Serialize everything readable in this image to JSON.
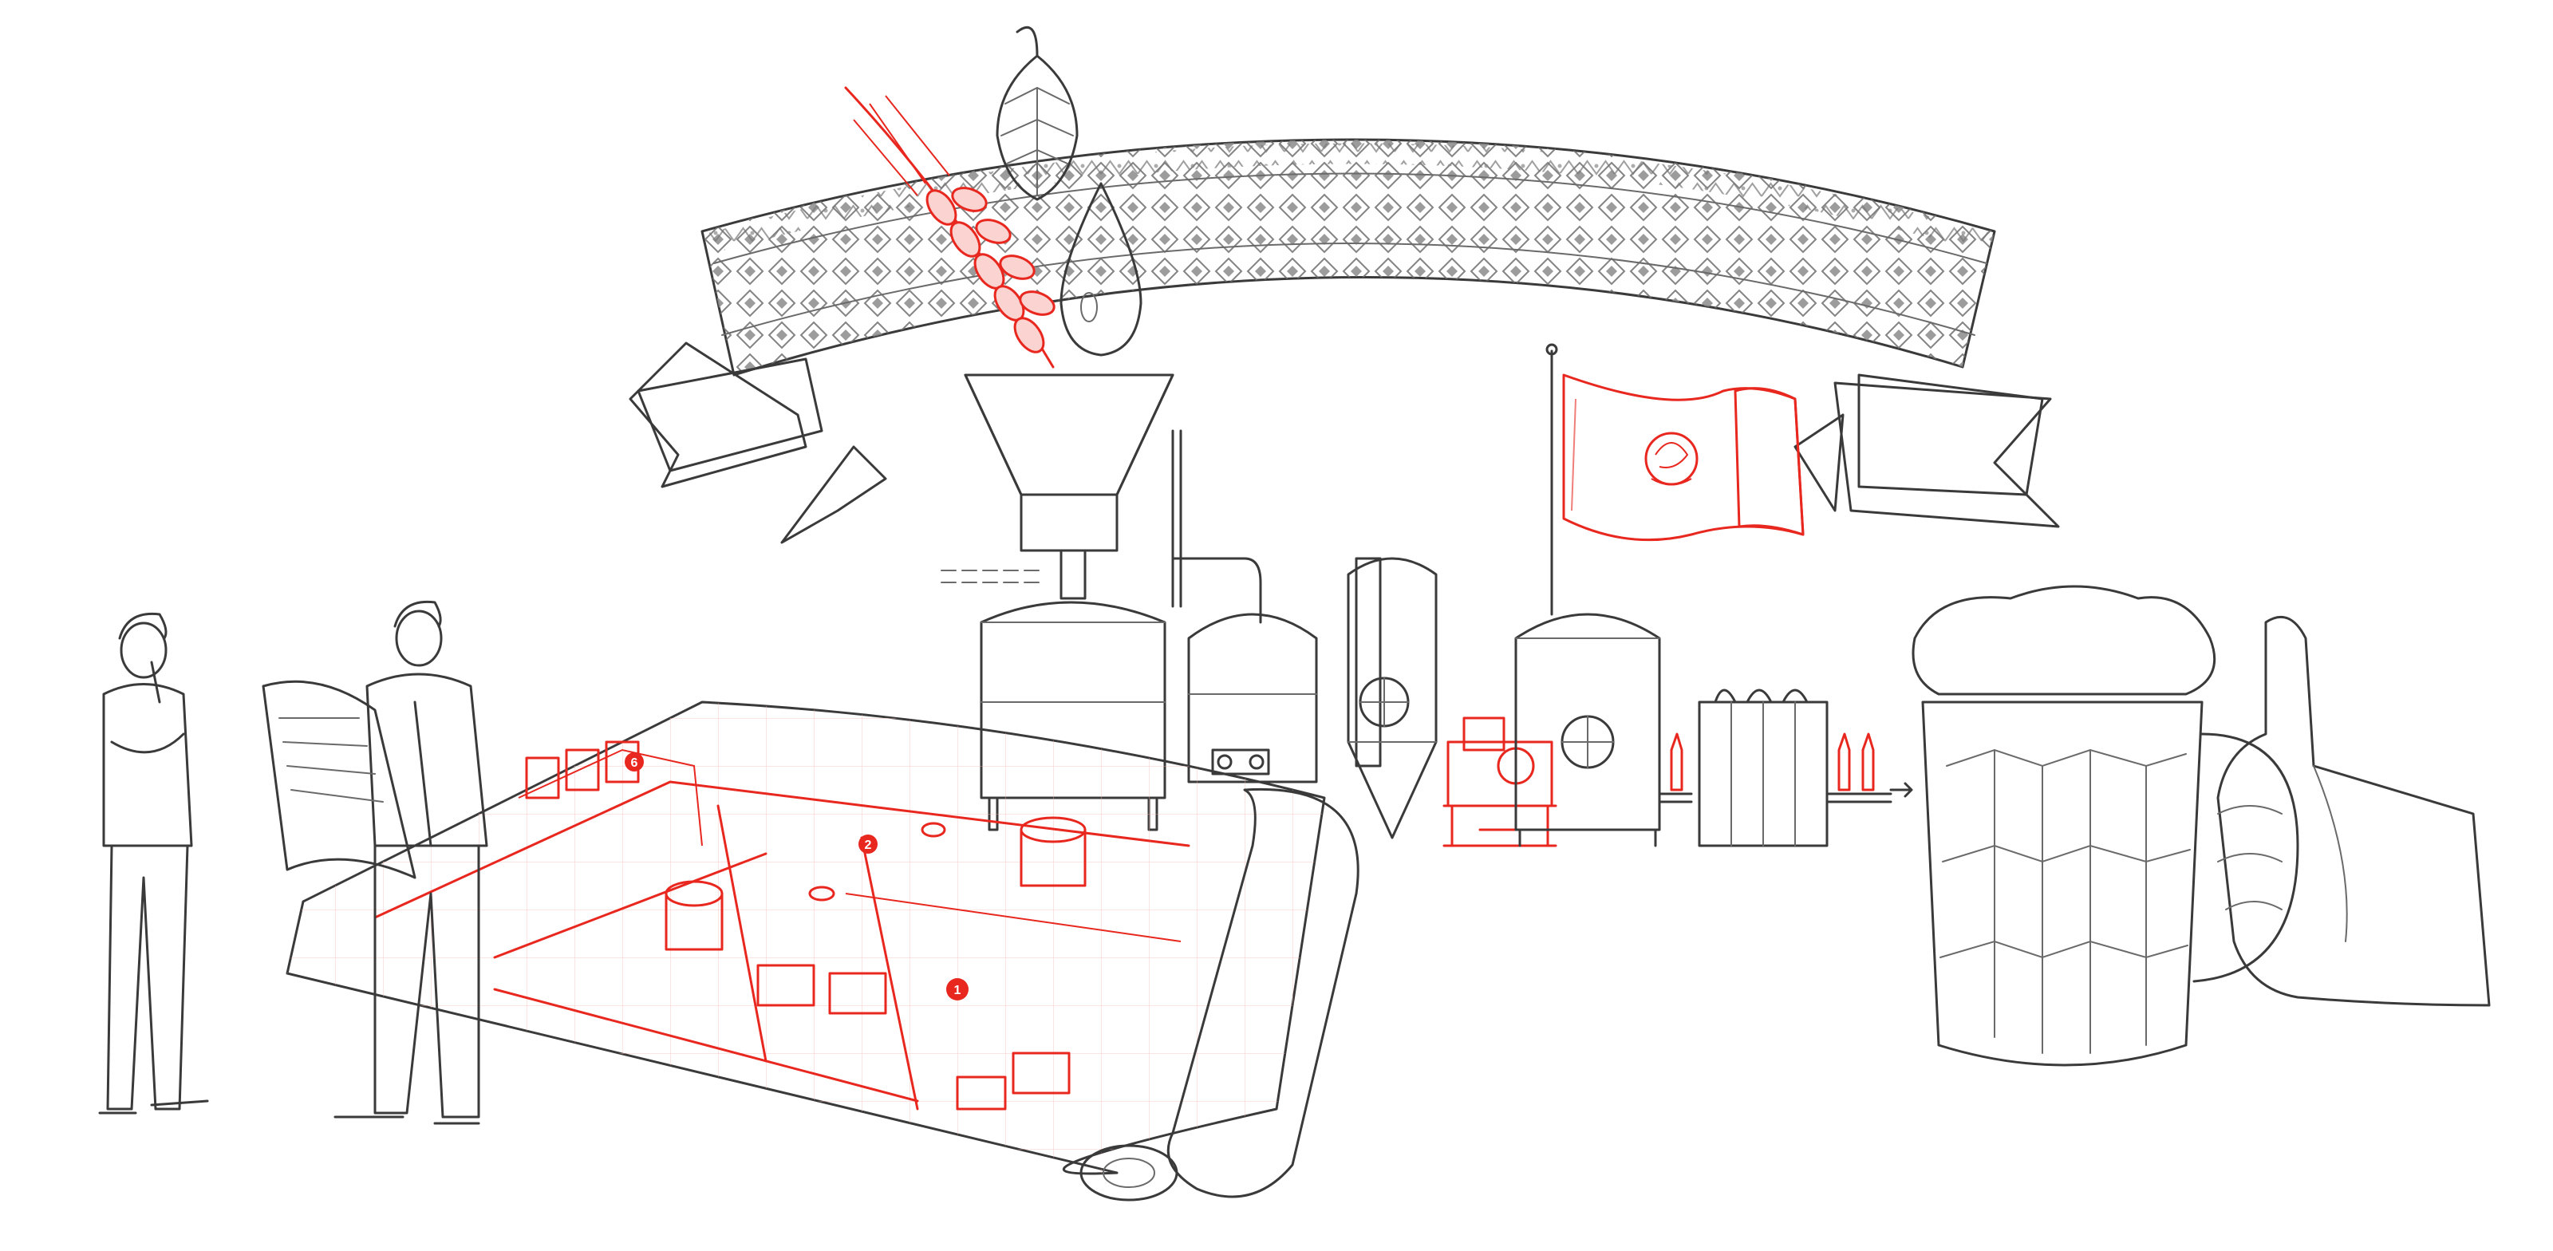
{
  "scene": {
    "colors": {
      "ink": "#3a3a3a",
      "shade": "#9a9a9a",
      "accent_red": "#e8271f",
      "background": "#ffffff"
    },
    "elements": [
      "banner-ribbon-icon",
      "hop-cone-icon",
      "wheat-ear-icon",
      "water-drop-icon",
      "grain-hopper-icon",
      "mash-tun-icon",
      "brew-kettle-icon",
      "fermentation-tank-icon",
      "red-pump-unit-icon",
      "mexican-flag-icon",
      "storage-tank-icon",
      "bottles-icon",
      "bottling-machine-icon",
      "blueprint-scroll-icon",
      "man-thinking-icon",
      "man-reading-plan-icon",
      "beer-mug-icon",
      "thumbs-up-hand-icon"
    ],
    "blueprint_markers": [
      "1",
      "2",
      "6"
    ]
  }
}
